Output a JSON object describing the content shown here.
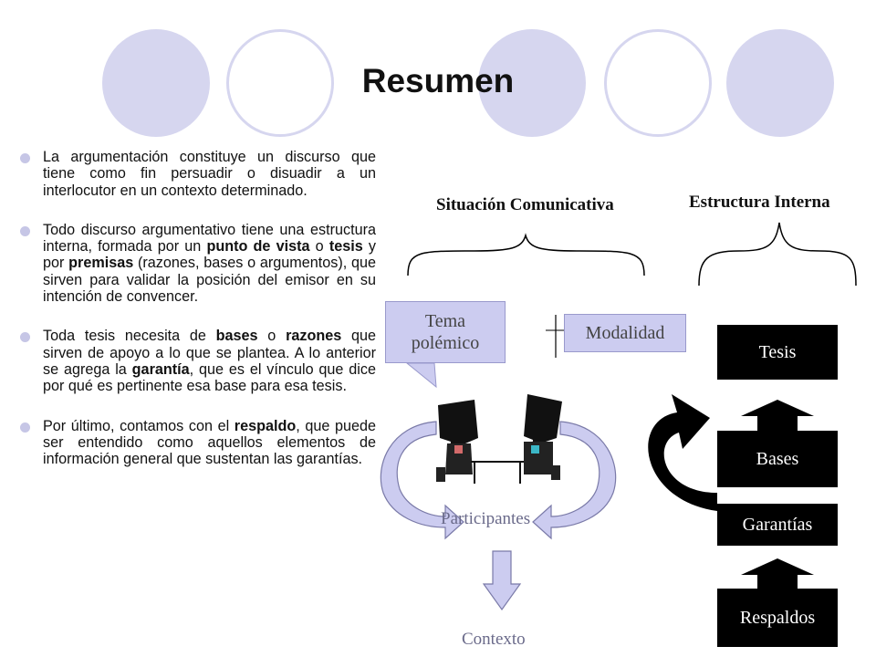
{
  "title": "Resumen",
  "bullets": [
    {
      "parts": [
        {
          "t": "La argumentación constituye un discurso que tiene como fin persuadir o disuadir a un interlocutor en un contexto determinado.",
          "b": false
        }
      ]
    },
    {
      "parts": [
        {
          "t": "Todo discurso argumentativo tiene una estructura interna, formada por un ",
          "b": false
        },
        {
          "t": "punto de vista",
          "b": true
        },
        {
          "t": " o ",
          "b": false
        },
        {
          "t": "tesis",
          "b": true
        },
        {
          "t": " y por ",
          "b": false
        },
        {
          "t": "premisas",
          "b": true
        },
        {
          "t": " (razones, bases o argumentos), que sirven para validar la posición del emisor en su intención de convencer.",
          "b": false
        }
      ]
    },
    {
      "parts": [
        {
          "t": "Toda tesis necesita de ",
          "b": false
        },
        {
          "t": "bases",
          "b": true
        },
        {
          "t": " o ",
          "b": false
        },
        {
          "t": "razones",
          "b": true
        },
        {
          "t": " que sirven de apoyo a lo que se plantea. A lo anterior se agrega la ",
          "b": false
        },
        {
          "t": "garantía",
          "b": true
        },
        {
          "t": ", que es el vínculo que dice por qué es pertinente esa base para esa tesis.",
          "b": false
        }
      ]
    },
    {
      "parts": [
        {
          "t": "Por último, contamos con el ",
          "b": false
        },
        {
          "t": "respaldo",
          "b": true
        },
        {
          "t": ", que puede ser entendido como aquellos elementos de información general que sustentan las garantías.",
          "b": false
        }
      ]
    }
  ],
  "diagram": {
    "situacion": "Situación Comunicativa",
    "estructura": "Estructura Interna",
    "tema_line1": "Tema",
    "tema_line2": "polémico",
    "modalidad": "Modalidad",
    "participantes": "Participantes",
    "contexto": "Contexto",
    "tesis": "Tesis",
    "bases": "Bases",
    "garantias": "Garantías",
    "respaldos": "Respaldos"
  },
  "colors": {
    "circle": "#d6d6ef",
    "lavender_box": "#ccccf0",
    "black_box": "#000000",
    "lavender_text": "#444444"
  },
  "icons": [
    "bullet-dot-icon",
    "people-talking-icon",
    "curved-arrow-icon",
    "up-arrow-icon",
    "down-arrow-icon"
  ]
}
